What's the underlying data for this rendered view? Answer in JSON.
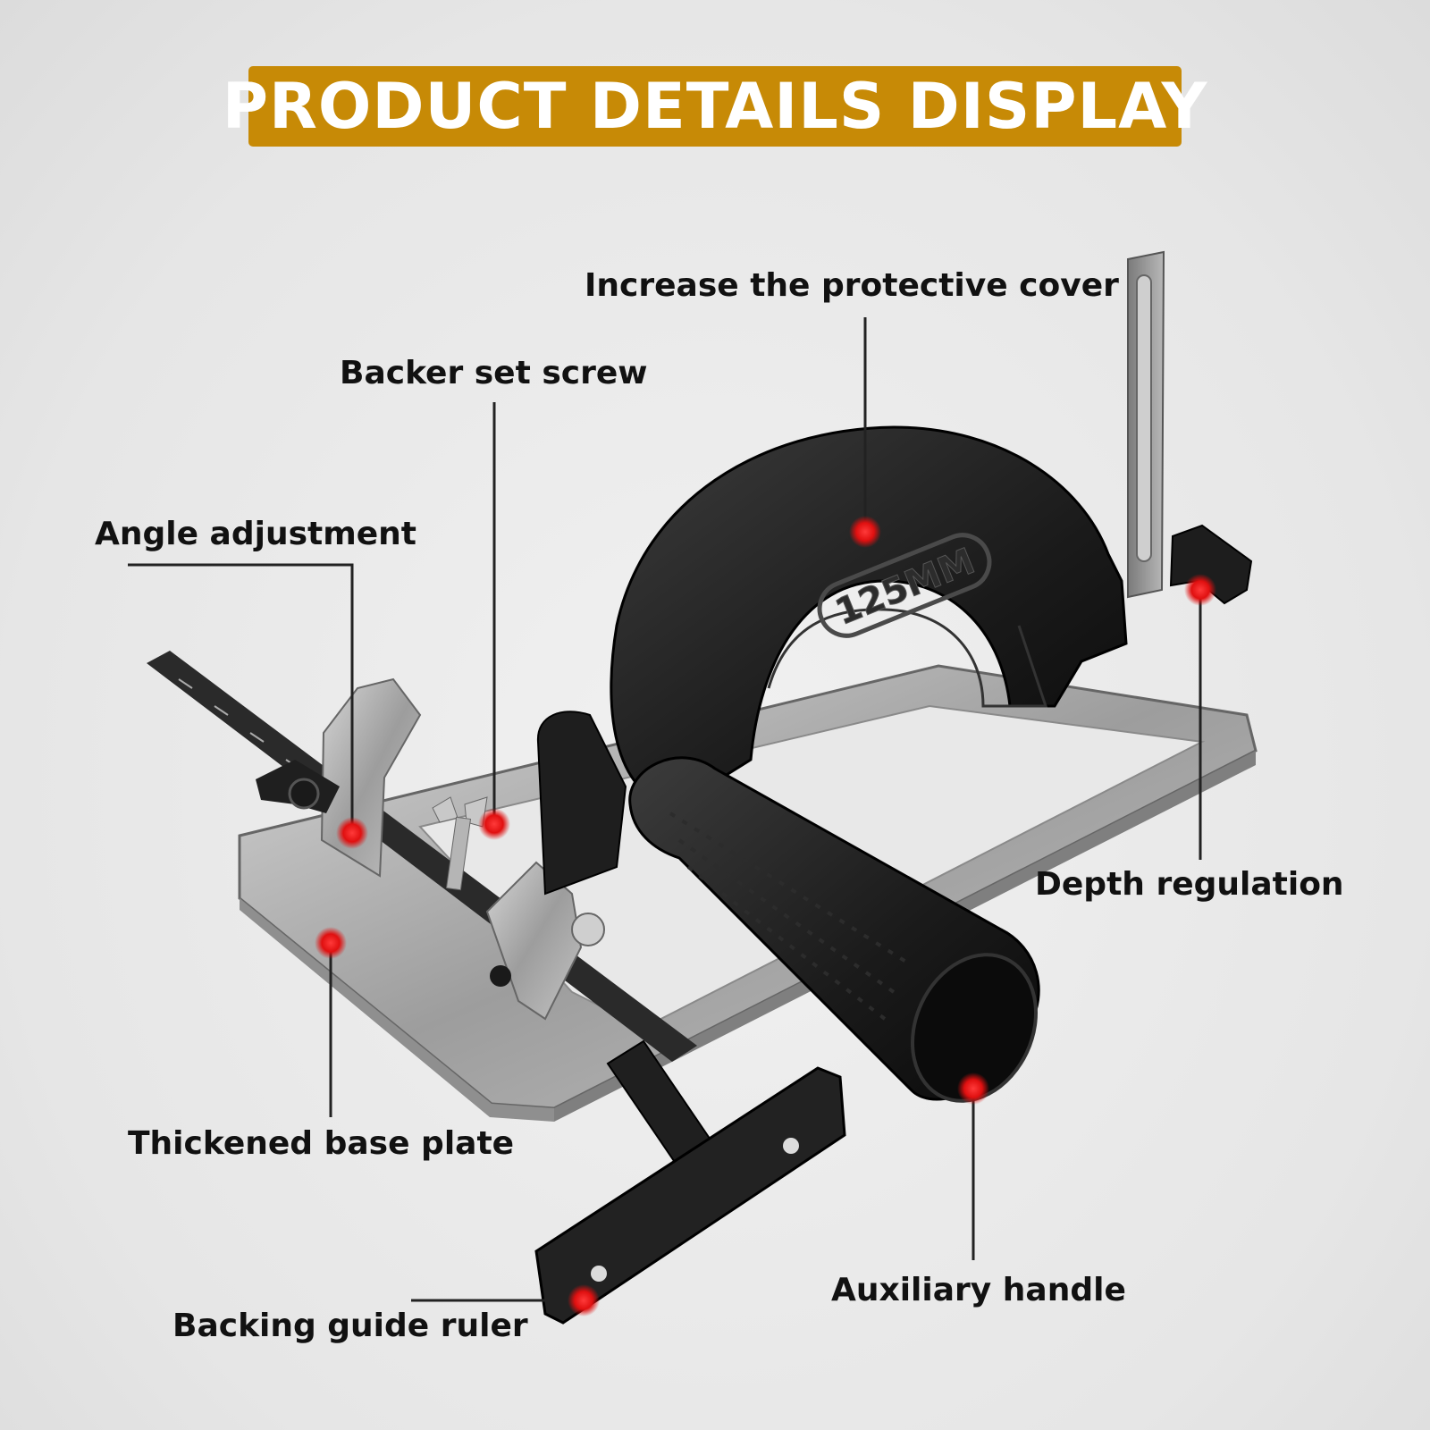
{
  "header": {
    "title": "PRODUCT DETAILS DISPLAY"
  },
  "product": {
    "cover_marking": "125MM"
  },
  "callouts": {
    "protective_cover": "Increase the protective cover",
    "backer_set_screw": "Backer set screw",
    "angle_adjustment": "Angle adjustment",
    "depth_regulation": "Depth regulation",
    "thickened_base_plate": "Thickened base plate",
    "auxiliary_handle": "Auxiliary handle",
    "backing_guide_ruler": "Backing guide ruler"
  },
  "colors": {
    "banner": "#c78a06",
    "marker": "#e01010",
    "background": "#e9e9e9"
  }
}
